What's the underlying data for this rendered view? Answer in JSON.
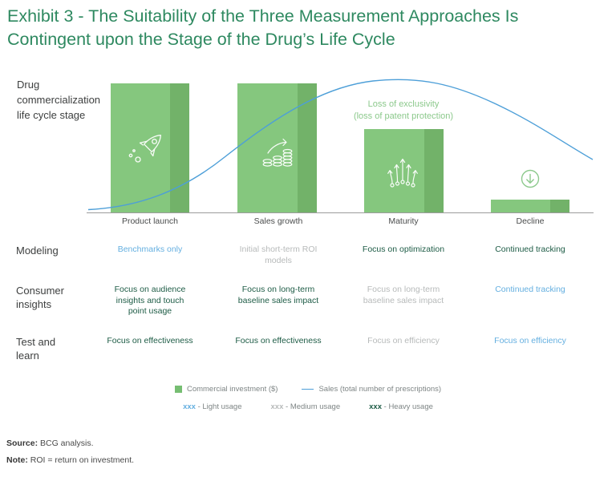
{
  "title": {
    "line1": "Exhibit 3 - The Suitability of the Three Measurement Approaches Is",
    "line2": "Contingent upon the Stage of the Drug’s Life Cycle"
  },
  "chart": {
    "y_axis_label": "Drug commercialization life cycle stage",
    "annotation": {
      "line1": "Loss of exclusivity",
      "line2": "(loss of patent protection)"
    },
    "stages": [
      {
        "label": "Product launch",
        "icon": "rocket-icon"
      },
      {
        "label": "Sales growth",
        "icon": "coin-stacks-growth-icon"
      },
      {
        "label": "Maturity",
        "icon": "branching-arrows-icon"
      },
      {
        "label": "Decline",
        "icon": "circled-down-arrow-icon"
      }
    ]
  },
  "chart_data": {
    "type": "bar",
    "categories": [
      "Product launch",
      "Sales growth",
      "Maturity",
      "Decline"
    ],
    "series": [
      {
        "name": "Commercial investment ($)",
        "type": "bar",
        "values_relative_height": [
          1.0,
          1.0,
          0.65,
          0.1
        ],
        "note": "no numeric axis shown; heights relative to tallest bar"
      },
      {
        "name": "Sales (total number of prescriptions)",
        "type": "line",
        "shape": "S-curve rising through Product launch and Sales growth, peaking near start of Maturity, declining through Decline",
        "x_relative": [
          0.0,
          0.15,
          0.3,
          0.45,
          0.57,
          0.63,
          0.75,
          0.9,
          1.0
        ],
        "y_relative": [
          0.02,
          0.08,
          0.35,
          0.8,
          0.98,
          1.0,
          0.88,
          0.6,
          0.4
        ]
      }
    ],
    "title": "Drug commercialization life cycle stage",
    "xlabel": "",
    "ylabel": "",
    "annotations": [
      "Loss of exclusivity (loss of patent protection)"
    ],
    "legend_position": "bottom",
    "grid": false,
    "axis_numeric_scale": false
  },
  "table": {
    "rows": [
      {
        "label": "Modeling",
        "cells": [
          {
            "text": "Benchmarks only",
            "usage": "light"
          },
          {
            "text": "Initial short-term ROI models",
            "usage": "medium"
          },
          {
            "text": "Focus on optimization",
            "usage": "heavy"
          },
          {
            "text": "Continued tracking",
            "usage": "heavy"
          }
        ]
      },
      {
        "label": "Consumer insights",
        "cells": [
          {
            "text": "Focus on audience insights and touch point usage",
            "usage": "heavy"
          },
          {
            "text": "Focus on long-term baseline sales impact",
            "usage": "heavy"
          },
          {
            "text": "Focus on long-term baseline sales impact",
            "usage": "medium"
          },
          {
            "text": "Continued tracking",
            "usage": "light"
          }
        ]
      },
      {
        "label": "Test and learn",
        "cells": [
          {
            "text": "Focus on effectiveness",
            "usage": "heavy"
          },
          {
            "text": "Focus on effectiveness",
            "usage": "heavy"
          },
          {
            "text": "Focus on efficiency",
            "usage": "medium"
          },
          {
            "text": "Focus on efficiency",
            "usage": "light"
          }
        ]
      }
    ]
  },
  "legend": {
    "investment_label": "Commercial investment ($)",
    "sales_label": "Sales (total number of prescriptions)",
    "usage_levels": [
      {
        "prefix": "xxx",
        "label": " - Light usage",
        "level": "light"
      },
      {
        "prefix": "xxx",
        "label": " - Medium usage",
        "level": "medium"
      },
      {
        "prefix": "xxx",
        "label": " - Heavy usage",
        "level": "heavy"
      }
    ]
  },
  "footer": {
    "source_label": "Source:",
    "source_text": " BCG analysis.",
    "note_label": "Note:",
    "note_text": " ROI = return on investment."
  },
  "colors": {
    "title_green": "#2E8960",
    "bar_green": "#85C77E",
    "bar_green_dark": "#72B269",
    "annotation_green": "#8CC98C",
    "curve_blue": "#4D9FD8",
    "usage_light_blue": "#64AFE0",
    "usage_medium_gray": "#B7BABA",
    "usage_heavy_green": "#1E5C46",
    "axis_gray": "#9C9C9C"
  }
}
